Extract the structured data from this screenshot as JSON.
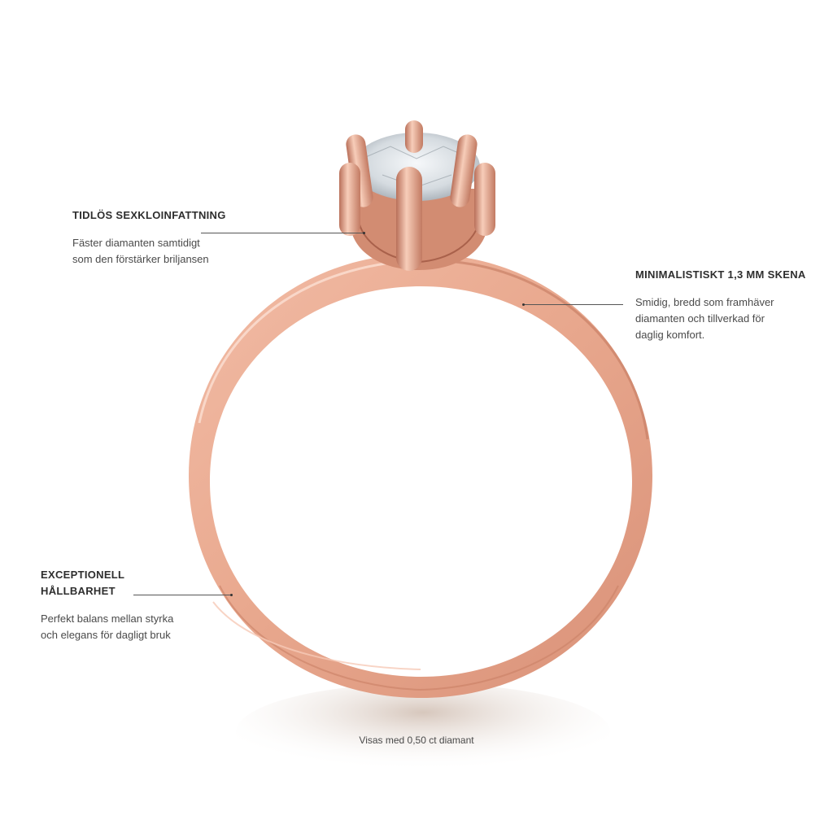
{
  "callouts": [
    {
      "id": "setting",
      "title": "TIDLÖS SEXKLOINFATTNING",
      "description_lines": [
        "Fäster diamanten samtidigt",
        "som den förstärker briljansen"
      ]
    },
    {
      "id": "band",
      "title": "MINIMALISTISKT 1,3 MM SKENA",
      "description_lines": [
        "Smidig, bredd som framhäver",
        "diamanten och tillverkad för",
        "daglig komfort."
      ]
    },
    {
      "id": "durability",
      "title_lines": [
        "EXCEPTIONELL",
        "HÅLLBARHET"
      ],
      "description_lines": [
        "Perfekt balans mellan styrka",
        "och elegans för dagligt bruk"
      ]
    }
  ],
  "caption": "Visas med 0,50 ct diamant",
  "colors": {
    "metal_base": "#e9a990",
    "metal_light": "#f6c9b6",
    "metal_dark": "#b8705a",
    "diamond": "#e4e8ec",
    "text_dark": "#2e2e2e",
    "text_body": "#4a4a4a"
  }
}
